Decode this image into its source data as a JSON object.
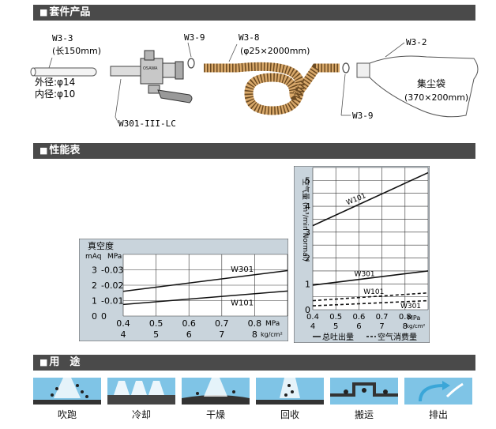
{
  "sections": {
    "kit": "套件产品",
    "performance": "性能表",
    "use": "用　途"
  },
  "kit": {
    "w3_3": {
      "code": "W3-3",
      "length": "(长150mm)"
    },
    "outer_dia": "外径:φ14",
    "inner_dia": "内径:φ10",
    "w301": "W301-III-LC",
    "w3_9_top": "W3-9",
    "w3_8": {
      "code": "W3-8",
      "size": "(φ25×2000mm)"
    },
    "w3_9_bottom": "W3-9",
    "w3_2": "W3-2",
    "bag": {
      "name": "集尘袋",
      "size": "(370×200mm)"
    },
    "device_label": "OSAWA"
  },
  "chart_data": [
    {
      "type": "line",
      "title": "",
      "ylabel": "真空度",
      "yunits": [
        "mAq",
        "MPa"
      ],
      "y_ticks_mAq": [
        "3",
        "2",
        "1",
        "0"
      ],
      "y_ticks_mpa": [
        "-0.03",
        "-0.02",
        "-0.01",
        "0"
      ],
      "ylim": [
        0,
        0.04
      ],
      "x_ticks_mpa": [
        "0.4",
        "0.5",
        "0.6",
        "0.7",
        "0.8"
      ],
      "x_ticks_kg": [
        "4",
        "5",
        "6",
        "7",
        "8"
      ],
      "x_unit_mpa": "MPa",
      "x_unit_kg": "kg/cm²",
      "xlim": [
        0.4,
        0.9
      ],
      "series": [
        {
          "name": "W301",
          "x": [
            0.4,
            0.9
          ],
          "y": [
            0.016,
            0.0295
          ]
        },
        {
          "name": "W101",
          "x": [
            0.4,
            0.9
          ],
          "y": [
            0.0075,
            0.0162
          ]
        }
      ],
      "grid": true
    },
    {
      "type": "line",
      "title": "",
      "ylabel": "空气量 (m³/min Normal)",
      "y_ticks": [
        "0",
        "1",
        "2",
        "3",
        "4",
        "5"
      ],
      "ylim": [
        0,
        5.5
      ],
      "x_ticks_mpa": [
        "0.4",
        "0.5",
        "0.6",
        "0.7",
        "0.8"
      ],
      "x_ticks_kg": [
        "4",
        "5",
        "6",
        "7",
        "8"
      ],
      "x_unit_mpa": "MPa",
      "x_unit_kg": "kg/cm²",
      "xlim": [
        0.4,
        0.9
      ],
      "series": [
        {
          "name": "W101",
          "kind": "总吐出量",
          "x": [
            0.4,
            0.9
          ],
          "y": [
            3.25,
            5.3
          ]
        },
        {
          "name": "W301",
          "kind": "总吐出量",
          "x": [
            0.4,
            0.9
          ],
          "y": [
            0.95,
            1.5
          ]
        },
        {
          "name": "W101",
          "kind": "空气消费量",
          "x": [
            0.4,
            0.9
          ],
          "y": [
            0.35,
            0.65
          ]
        },
        {
          "name": "W301",
          "kind": "空气消费量",
          "x": [
            0.4,
            0.9
          ],
          "y": [
            0.15,
            0.35
          ]
        }
      ],
      "legend": {
        "solid": "总吐出量",
        "dashed": "空气消费量"
      },
      "grid": true
    }
  ],
  "uses": [
    "吹跑",
    "冷却",
    "干燥",
    "回收",
    "搬运",
    "排出"
  ],
  "colors": {
    "bar": "#4a4a4a",
    "chart_bg": "#c9d4dc",
    "use_blue": "#7fc4e6",
    "water": "#3aa6d8"
  }
}
